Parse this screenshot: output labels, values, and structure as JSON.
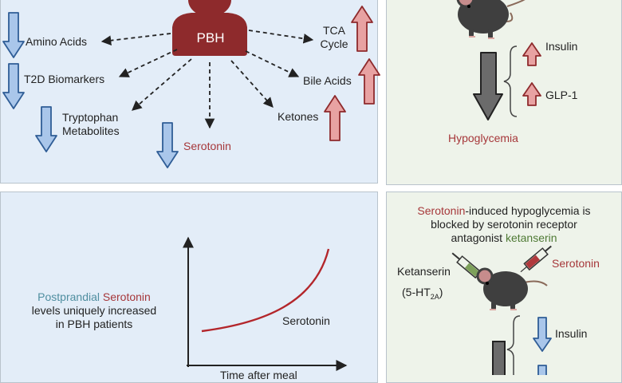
{
  "colors": {
    "pbh_red": "#8e2a2c",
    "arrow_up_fill": "#e8a2a2",
    "arrow_up_stroke": "#8e2a2c",
    "arrow_down_fill": "#a9c6ea",
    "arrow_down_stroke": "#2f5d96",
    "serotonin_red": "#a6373a",
    "postprandial_teal": "#4f8ea0",
    "ketanserin_green": "#4f7a35",
    "panel_blue": "#e3edf8",
    "panel_green": "#eef3ea"
  },
  "top_left": {
    "center_label": "PBH",
    "center_icon": "person-icon",
    "items": [
      {
        "label": "Amino Acids",
        "direction": "down"
      },
      {
        "label": "T2D Biomarkers",
        "direction": "down"
      },
      {
        "label": "Tryptophan\nMetabolites",
        "direction": "down"
      },
      {
        "label": "Serotonin",
        "direction": "down"
      },
      {
        "label": "Ketones",
        "direction": "up"
      },
      {
        "label": "Bile Acids",
        "direction": "up"
      },
      {
        "label": "TCA\nCycle",
        "direction": "up"
      }
    ]
  },
  "top_right": {
    "animal_icon": "mouse-icon",
    "hormones": [
      {
        "label": "Insulin",
        "direction": "up"
      },
      {
        "label": "GLP-1",
        "direction": "up"
      }
    ],
    "glucose_arrow": "down",
    "outcome": "Hypoglycemia"
  },
  "bottom_left": {
    "text_postprandial": "Postprandial",
    "text_serotonin": "Serotonin",
    "text_line2": "levels uniquely increased",
    "text_line3": "in PBH patients",
    "curve_label": "Serotonin",
    "x_axis_label": "Time after meal"
  },
  "bottom_right": {
    "title_serotonin": "Serotonin",
    "title_rest_line1": "-induced hypoglycemia is",
    "title_line2": "blocked by serotonin receptor",
    "title_line3_start": "antagonist",
    "title_ketanserin": "ketanserin",
    "left_label": "Ketanserin",
    "left_sublabel": "(5-HT2A)",
    "right_label": "Serotonin",
    "animal_icon": "mouse-icon",
    "syringe_icon": "syringe-icon",
    "hormones": [
      {
        "label": "Insulin",
        "direction": "down"
      }
    ]
  }
}
